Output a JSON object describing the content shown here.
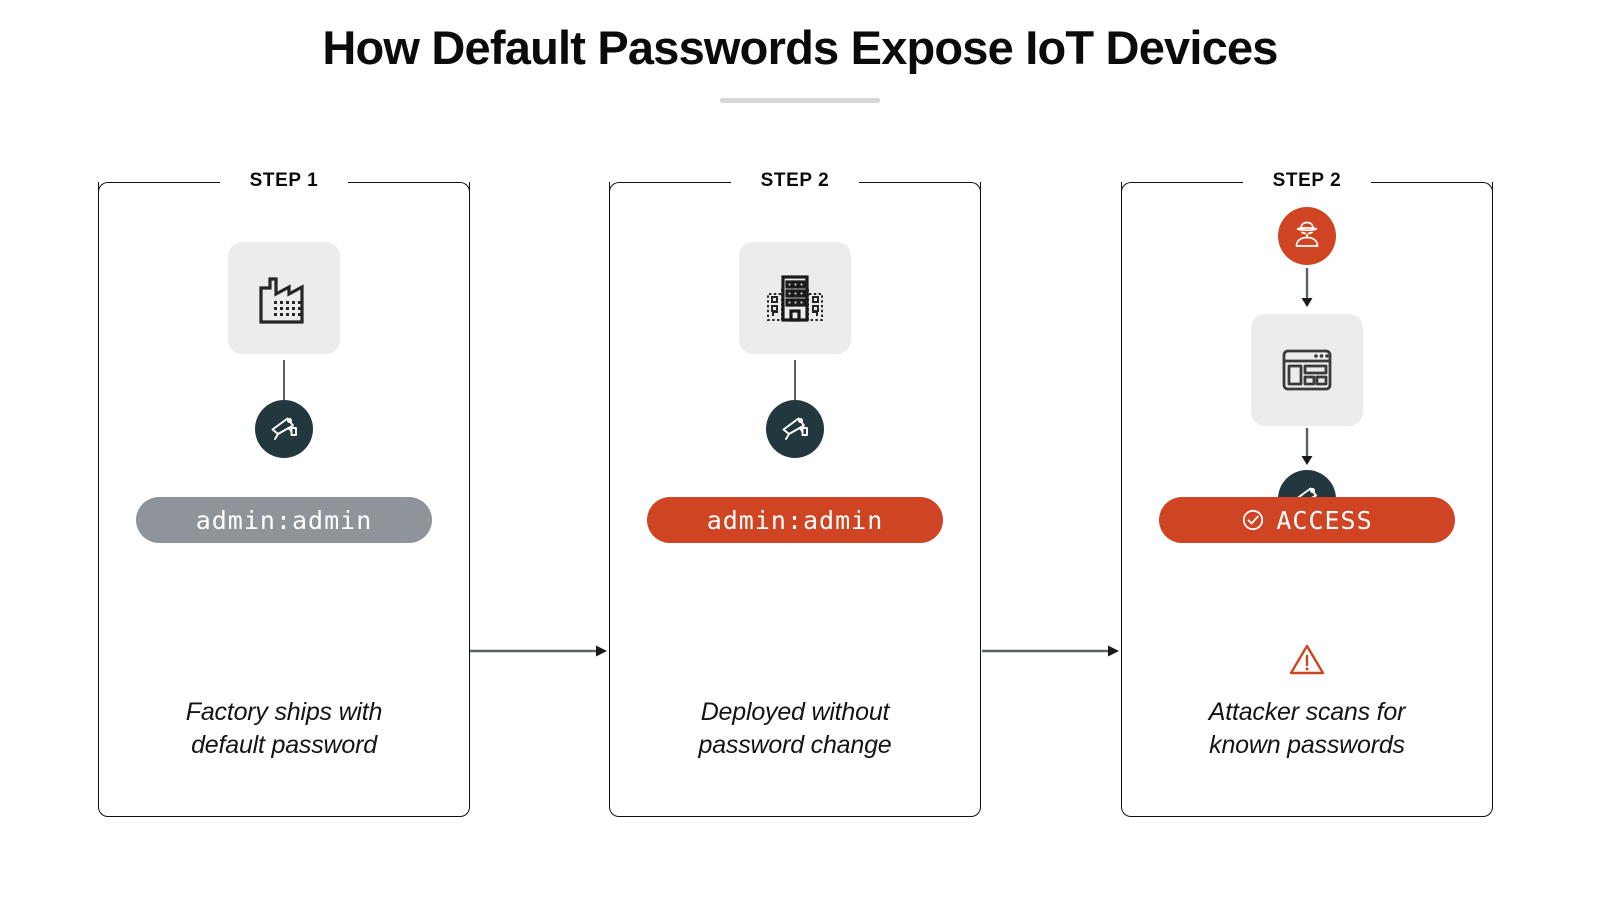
{
  "header": {
    "title": "How Default Passwords Expose IoT Devices",
    "rule_color": "#d8d8d8"
  },
  "theme": {
    "accent_red": "#cf4423",
    "dark_teal": "#22383e",
    "pill_gray": "#8e949a",
    "tile_gray": "#ececec",
    "border_black": "#111111",
    "connector_gray": "#5a6166"
  },
  "steps": [
    {
      "label": "STEP 1",
      "tile_icon": "factory-icon",
      "node_icon": "cctv-camera-icon",
      "node_style": "dark",
      "pill": {
        "text": "admin:admin",
        "style": "gray",
        "icon": null
      },
      "caption_line1": "Factory ships with",
      "caption_line2": "default password",
      "warning_icon": null
    },
    {
      "label": "STEP 2",
      "tile_icon": "office-building-icon",
      "node_icon": "cctv-camera-icon",
      "node_style": "dark",
      "pill": {
        "text": "admin:admin",
        "style": "red",
        "icon": null
      },
      "caption_line1": "Deployed without",
      "caption_line2": "password change",
      "warning_icon": null
    },
    {
      "label": "STEP 2",
      "tile_icon": "browser-dashboard-icon",
      "node_icon": "cctv-camera-icon",
      "node_style": "dark",
      "attacker_icon": "hacker-icon",
      "pill": {
        "text": "ACCESS",
        "style": "red",
        "icon": "check-circle-icon"
      },
      "caption_line1": "Attacker scans for",
      "caption_line2": "known passwords",
      "warning_icon": "warning-triangle-icon"
    }
  ],
  "connectors": [
    {
      "name": "arrow-step1-to-step2",
      "direction": "right"
    },
    {
      "name": "arrow-step2-to-step3",
      "direction": "right"
    }
  ]
}
